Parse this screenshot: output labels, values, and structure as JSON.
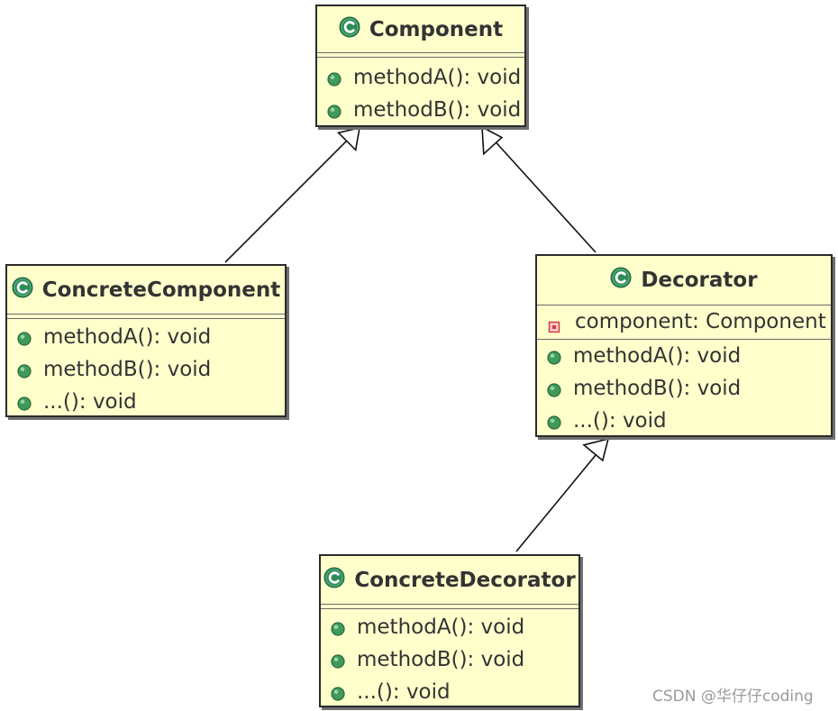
{
  "classes": {
    "component": {
      "name": "Component",
      "fields": [],
      "methods": [
        "methodA(): void",
        "methodB(): void"
      ]
    },
    "concrete_component": {
      "name": "ConcreteComponent",
      "fields": [],
      "methods": [
        "methodA(): void",
        "methodB(): void",
        "...(): void"
      ]
    },
    "decorator": {
      "name": "Decorator",
      "fields": [
        "component: Component"
      ],
      "methods": [
        "methodA(): void",
        "methodB(): void",
        "...(): void"
      ]
    },
    "concrete_decorator": {
      "name": "ConcreteDecorator",
      "fields": [],
      "methods": [
        "methodA(): void",
        "methodB(): void",
        "...(): void"
      ]
    }
  },
  "relations": [
    {
      "type": "generalization",
      "from": "ConcreteComponent",
      "to": "Component"
    },
    {
      "type": "generalization",
      "from": "Decorator",
      "to": "Component"
    },
    {
      "type": "generalization",
      "from": "ConcreteDecorator",
      "to": "Decorator"
    }
  ],
  "icons": {
    "class": "class-icon",
    "public_method": "public-method-icon",
    "private_field": "private-field-icon"
  },
  "colors": {
    "class_fill": "#ffffcc",
    "class_icon": "#2e8b57",
    "method_icon": "#3f9a5a",
    "private_icon": "#d23a3a"
  },
  "watermark": "CSDN @华仔仔coding"
}
